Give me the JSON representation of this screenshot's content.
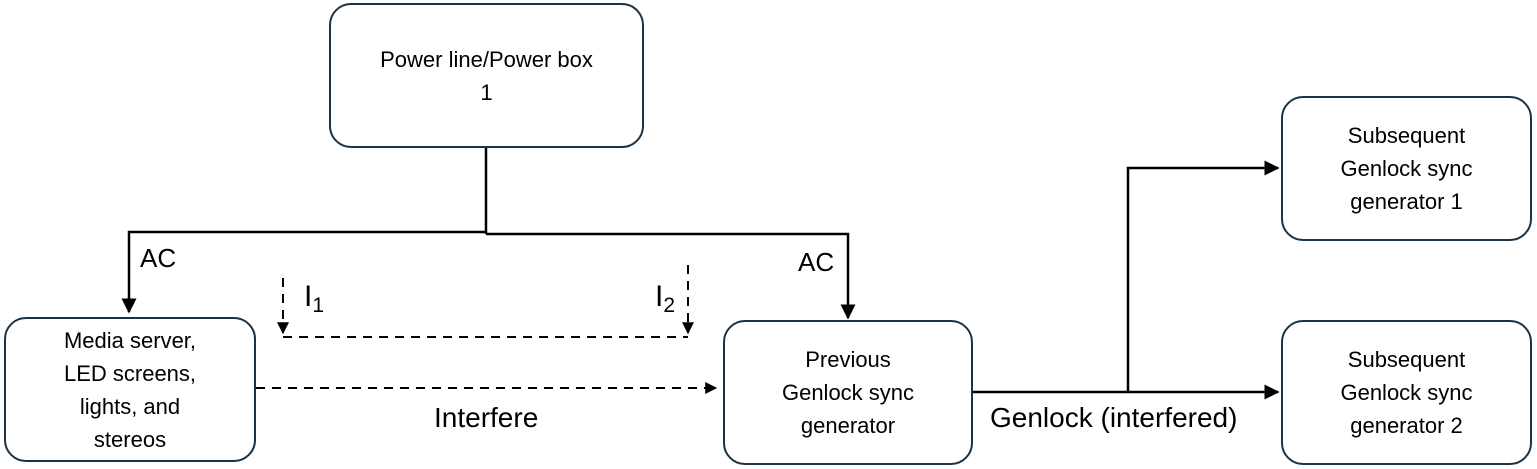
{
  "nodes": {
    "power_box": {
      "lines": [
        "Power line/Power box",
        "1"
      ]
    },
    "media_server": {
      "lines": [
        "Media server,",
        "LED screens,",
        "lights, and",
        "stereos"
      ]
    },
    "previous_generator": {
      "lines": [
        "Previous",
        "Genlock sync",
        "generator"
      ]
    },
    "subsequent_generator_1": {
      "lines": [
        "Subsequent",
        "Genlock sync",
        "generator 1"
      ]
    },
    "subsequent_generator_2": {
      "lines": [
        "Subsequent",
        "Genlock sync",
        "generator 2"
      ]
    }
  },
  "labels": {
    "ac_left": "AC",
    "ac_right": "AC",
    "current_1": {
      "base": "I",
      "sub": "1"
    },
    "current_2": {
      "base": "I",
      "sub": "2"
    },
    "interfere": "Interfere",
    "genlock": "Genlock (interfered)"
  },
  "colors": {
    "box_border": "#1a3346",
    "line": "#000000"
  }
}
